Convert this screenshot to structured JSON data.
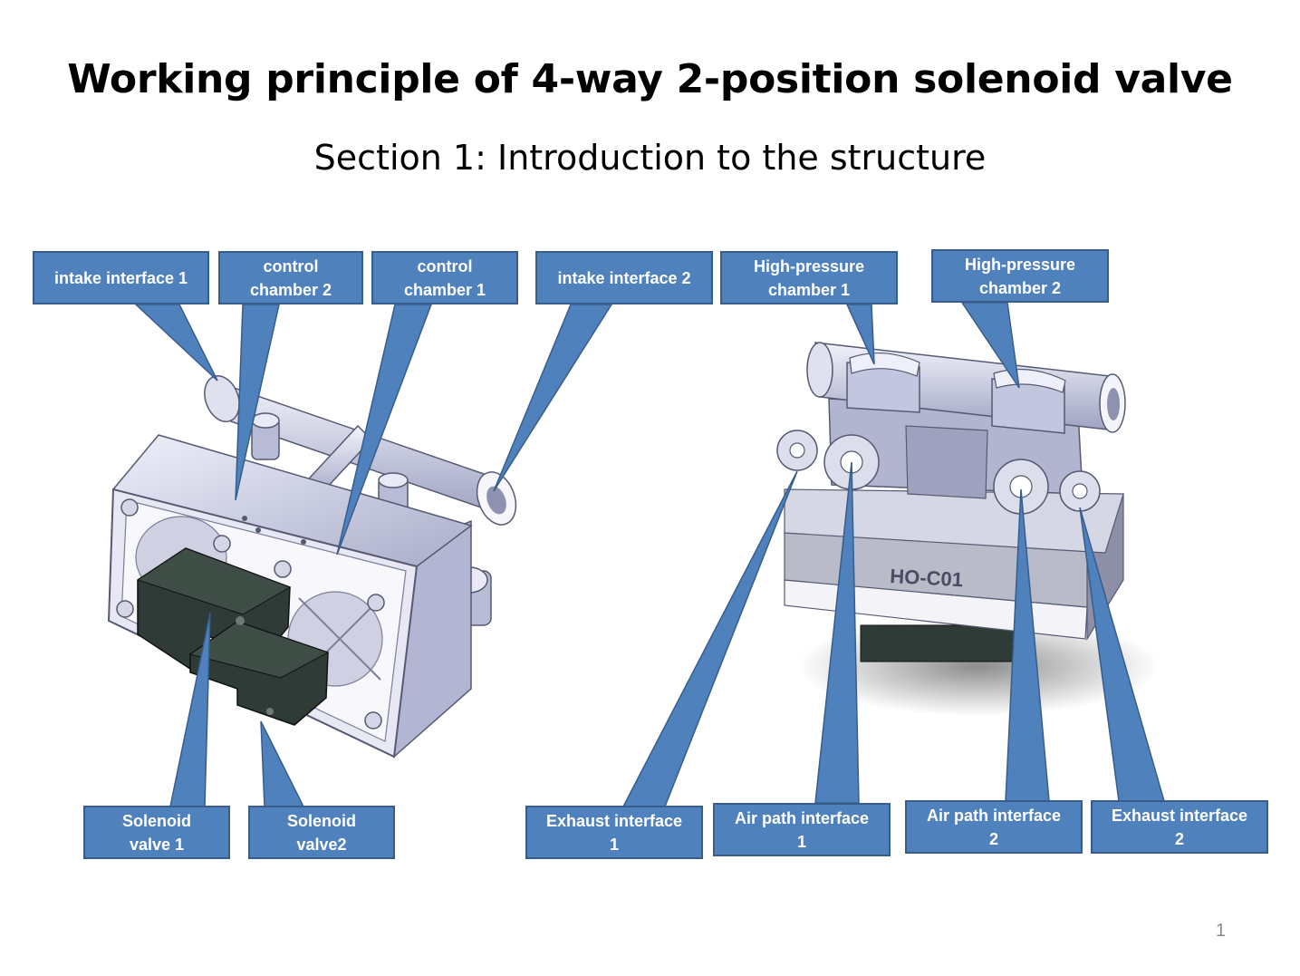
{
  "title": "Working principle of 4-way 2-position solenoid valve",
  "subtitle": "Section 1: Introduction to the structure",
  "page_number": "1",
  "model_marking": "HO-C01",
  "colors": {
    "callout_fill": "#4f81bd",
    "callout_border": "#385d8a",
    "callout_text": "#ffffff",
    "valve_body": "#c9cce3",
    "solenoid": "#2e3b36"
  },
  "callouts": {
    "intake1": "intake interface 1",
    "control2": "control\nchamber 2",
    "control1": "control\nchamber 1",
    "intake2": "intake interface 2",
    "hp1": "High-pressure\nchamber 1",
    "hp2": "High-pressure\nchamber 2",
    "sol1": "Solenoid\nvalve 1",
    "sol2": "Solenoid\nvalve2",
    "exh1": "Exhaust interface\n1",
    "air1": "Air path interface\n1",
    "air2": "Air path interface\n2",
    "exh2": "Exhaust interface\n2"
  }
}
